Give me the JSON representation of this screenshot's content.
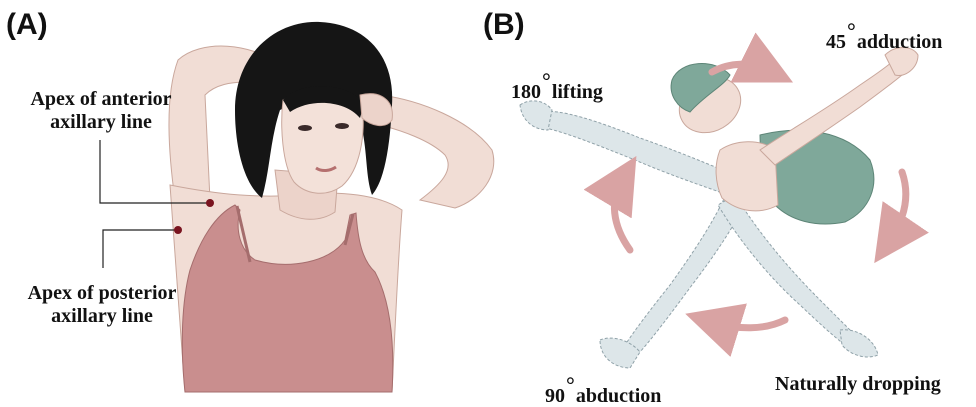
{
  "panel_a": {
    "label": "(A)",
    "anterior_line": [
      "Apex of anterior",
      "axillary line"
    ],
    "posterior_line": [
      "Apex of posterior",
      "axillary line"
    ],
    "marker_color": "#7a1420"
  },
  "panel_b": {
    "label": "(B)",
    "positions": {
      "lifting": {
        "angle": "180",
        "degree_symbol": "°",
        "text": "lifting"
      },
      "adduction": {
        "angle": "45",
        "degree_symbol": "°",
        "text": "adduction"
      },
      "abduction": {
        "angle": "90",
        "degree_symbol": "°",
        "text": "abduction"
      },
      "dropping": {
        "text": "Naturally dropping"
      }
    },
    "rotation_arrow_color": "#d9a3a3",
    "drape_color": "#7fa89a"
  },
  "colors": {
    "skin": "#f1ddd5",
    "skin_shadow": "#e3c2b8",
    "top": "#c98e8e",
    "hair": "#151515",
    "ghost_arm": "#dde6e9"
  }
}
